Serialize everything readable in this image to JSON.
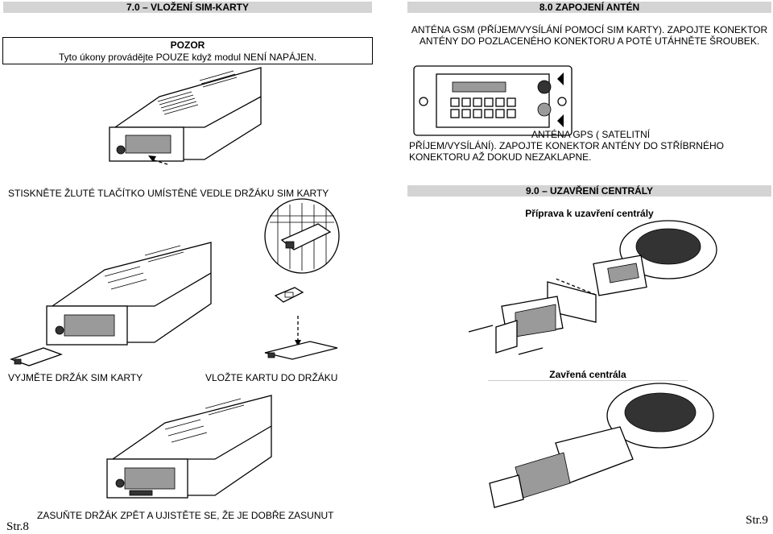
{
  "left": {
    "header": "7.0 – VLOŽENÍ  SIM-KARTY",
    "warning": {
      "title": "POZOR",
      "text": "Tyto úkony provádějte POUZE když modul NENÍ NAPÁJEN."
    },
    "step_press": "STISKNĚTE ŽLUTÉ TLAČÍTKO UMÍSTĚNÉ VEDLE DRŽÁKU SIM KARTY",
    "step_remove": "VYJMĚTE DRŽÁK SIM KARTY",
    "step_insert": "VLOŽTE KARTU DO DRŽÁKU",
    "step_push": "ZASUŇTE DRŽÁK ZPĚT A UJISTĚTE SE, ŽE JE DOBŘE ZASUNUT",
    "page_number": "Str.8"
  },
  "right": {
    "header": "8.0  ZAPOJENÍ  ANTÉN",
    "gsm_text": "ANTÉNA GSM (PŘÍJEM/VYSÍLÁNÍ POMOCÍ SIM KARTY). ZAPOJTE KONEKTOR ANTÉNY DO POZLACENÉHO KONEKTORU A POTÉ UTÁHNĚTE ŠROUBEK.",
    "gps_text_line1": "ANTÉNA GPS ( SATELITNÍ",
    "gps_text_line2": "PŘÍJEM/VYSÍLÁNÍ). ZAPOJTE KONEKTOR ANTÉNY DO STŘÍBRNÉHO",
    "gps_text_line3": "KONEKTORU AŽ DOKUD NEZAKLAPNE.",
    "header2": "9.0 – UZAVŘENÍ CENTRÁLY",
    "prep_caption": "Příprava k uzavření centrály",
    "closed_caption": "Zavřená centrála",
    "page_number": "Str.9"
  }
}
